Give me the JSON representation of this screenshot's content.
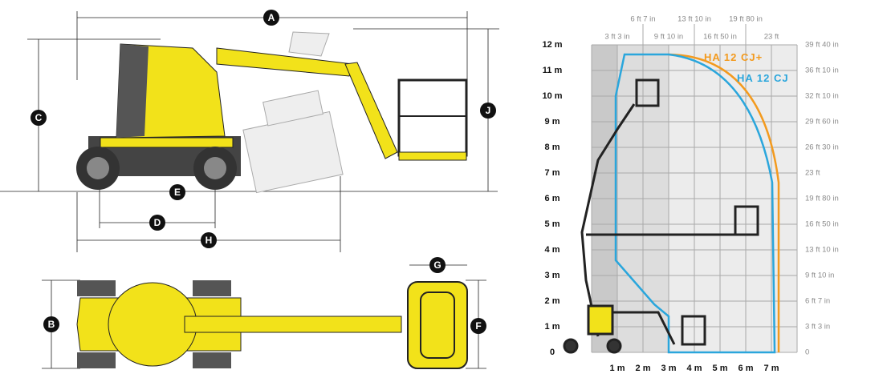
{
  "dimension_labels": {
    "A": "A",
    "C": "C",
    "J": "J",
    "E": "E",
    "D": "D",
    "H": "H",
    "G": "G",
    "B": "B",
    "F": "F"
  },
  "chart": {
    "y_metric": [
      "0",
      "1 m",
      "2 m",
      "3 m",
      "4 m",
      "5 m",
      "6 m",
      "7 m",
      "8 m",
      "9 m",
      "10 m",
      "11 m",
      "12 m"
    ],
    "y_imperial": [
      "0",
      "3 ft 3 in",
      "6 ft 7 in",
      "9 ft 10 in",
      "13 ft 10 in",
      "16 ft 50 in",
      "19 ft 80 in",
      "23 ft",
      "26 ft 30 in",
      "29 ft 60 in",
      "32 ft 10 in",
      "36 ft 10 in",
      "39 ft 40 in"
    ],
    "x_metric": [
      "1 m",
      "2 m",
      "3 m",
      "4 m",
      "5 m",
      "6 m",
      "7 m"
    ],
    "x_imperial_top_row": [
      "6 ft 7 in",
      "13 ft 10 in",
      "19 ft 80 in"
    ],
    "x_imperial_second_row": [
      "3 ft 3 in",
      "9 ft 10 in",
      "16 ft 50 in",
      "23 ft"
    ],
    "series": [
      {
        "name": "HA 12 CJ+",
        "color": "#f39a1e"
      },
      {
        "name": "HA 12 CJ",
        "color": "#2aa6dc"
      }
    ]
  },
  "colors": {
    "machine_yellow": "#f2e21a",
    "dark": "#3a3a3a"
  }
}
